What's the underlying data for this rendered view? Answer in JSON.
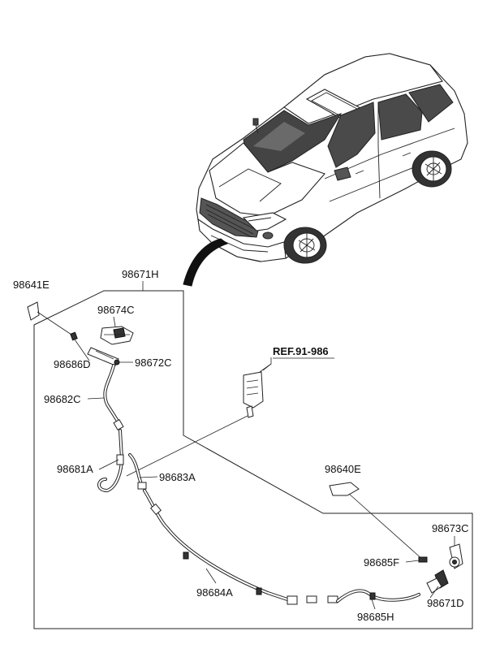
{
  "reference": "REF.91-986",
  "part_labels": {
    "p98671H": "98671H",
    "p98641E": "98641E",
    "p98674C": "98674C",
    "p98686D": "98686D",
    "p98672C": "98672C",
    "p98682C": "98682C",
    "p98681A": "98681A",
    "p98683A": "98683A",
    "p98640E": "98640E",
    "p98673C": "98673C",
    "p98685F": "98685F",
    "p98684A": "98684A",
    "p98671D": "98671D",
    "p98685H": "98685H"
  }
}
